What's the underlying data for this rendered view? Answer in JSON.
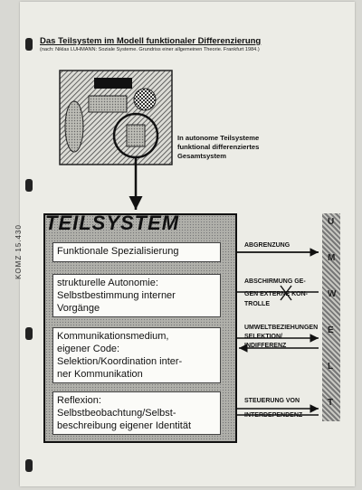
{
  "page": {
    "title": "Das Teilsystem im Modell funktionaler Differenzierung",
    "subtitle": "(nach: Niklas LUHMANN: Soziale Systeme. Grundriss einer allgemeinen Theorie. Frankfurt 1984.)",
    "side_label": "KOMZ 15.430"
  },
  "diagram": {
    "caption": [
      "In autonome Teilsysteme",
      "funktional differenziertes",
      "Gesamtsystem"
    ],
    "heading": "TEILSYSTEM",
    "panels": [
      {
        "lines": [
          "Funktionale Spezialisierung"
        ]
      },
      {
        "lines": [
          "strukturelle Autonomie:",
          "Selbstbestimmung interner",
          "Vorgänge"
        ]
      },
      {
        "lines": [
          "Kommunikationsmedium,",
          "eigener Code:",
          "Selektion/Koordination inter-",
          "ner Kommunikation"
        ]
      },
      {
        "lines": [
          "Reflexion:",
          "Selbstbeobachtung/Selbst-",
          "beschreibung eigener Identität"
        ]
      }
    ],
    "relations": [
      {
        "lines": [
          "ABGRENZUNG"
        ]
      },
      {
        "lines": [
          "ABSCHIRMUNG GE-",
          "GEN EXTERNE KON-",
          "TROLLE"
        ]
      },
      {
        "lines": [
          "UMWELTBEZIEHUNGEN",
          "SELEKTION/",
          "INDIFFERENZ"
        ]
      },
      {
        "lines": [
          "STEUERUNG VON",
          "INTERDEPENDENZ"
        ]
      }
    ],
    "umwelt": [
      "U",
      "M",
      "W",
      "E",
      "L",
      "T"
    ]
  }
}
